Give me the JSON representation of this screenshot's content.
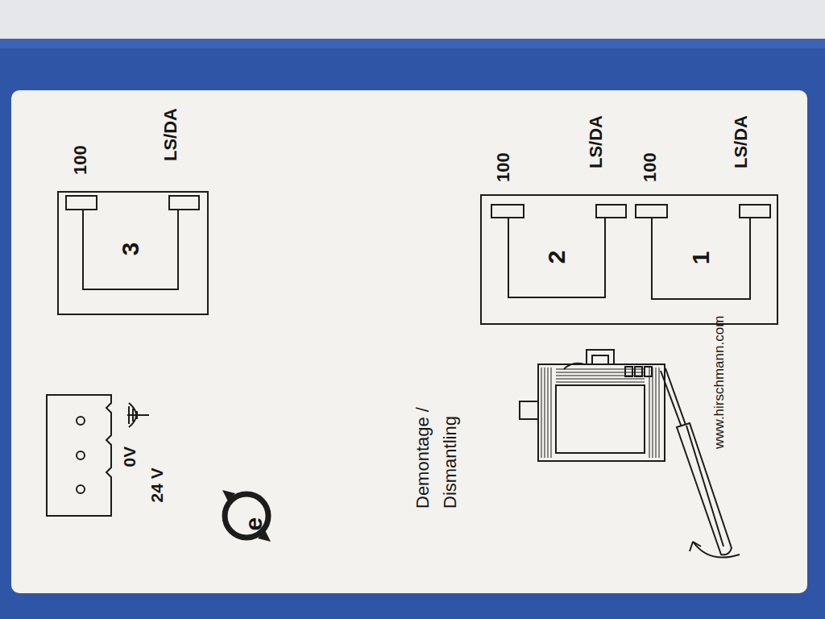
{
  "diagram": {
    "nodes": [
      {
        "text": [
          "3"
        ]
      },
      {
        "text": [
          "2"
        ]
      },
      {
        "text": [
          "1"
        ]
      }
    ],
    "labels": [
      "100",
      "LS/DA",
      "100",
      "LS/DA",
      "100",
      "LS/DA",
      "24 V",
      "0V",
      "e",
      "Demontage / Dismantling",
      "www.hirschmann.com"
    ]
  }
}
